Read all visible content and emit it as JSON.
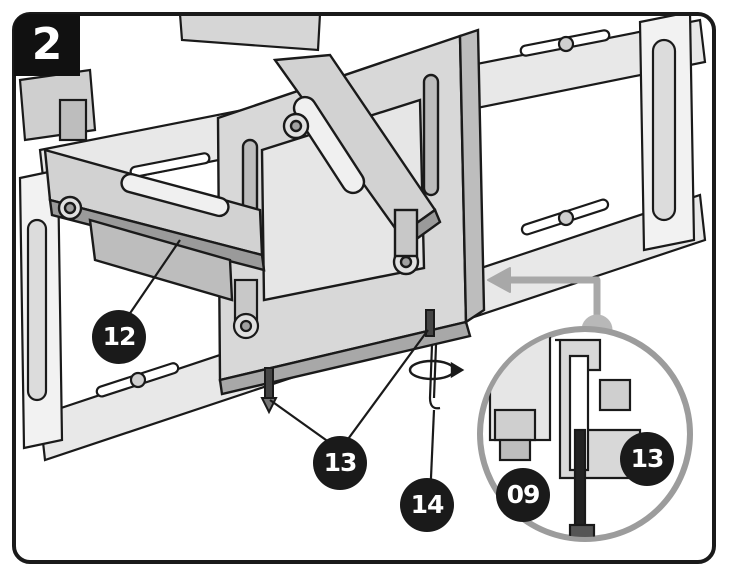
{
  "step": {
    "number": "2"
  },
  "callouts": [
    {
      "id": "c12",
      "label": "12"
    },
    {
      "id": "c13a",
      "label": "13"
    },
    {
      "id": "c14",
      "label": "14"
    },
    {
      "id": "c09",
      "label": "09"
    },
    {
      "id": "c13b",
      "label": "13"
    }
  ],
  "colors": {
    "frame": "#1a1a1a",
    "metal_light": "#e6e6e6",
    "metal_mid": "#cfcfcf",
    "metal_dark": "#9a9a9a",
    "arrow_gray": "#a8a8a8",
    "callout_bg": "#1a1a1a"
  },
  "icons": [
    "rotate-arrow-icon",
    "pointer-arrow-icon"
  ]
}
